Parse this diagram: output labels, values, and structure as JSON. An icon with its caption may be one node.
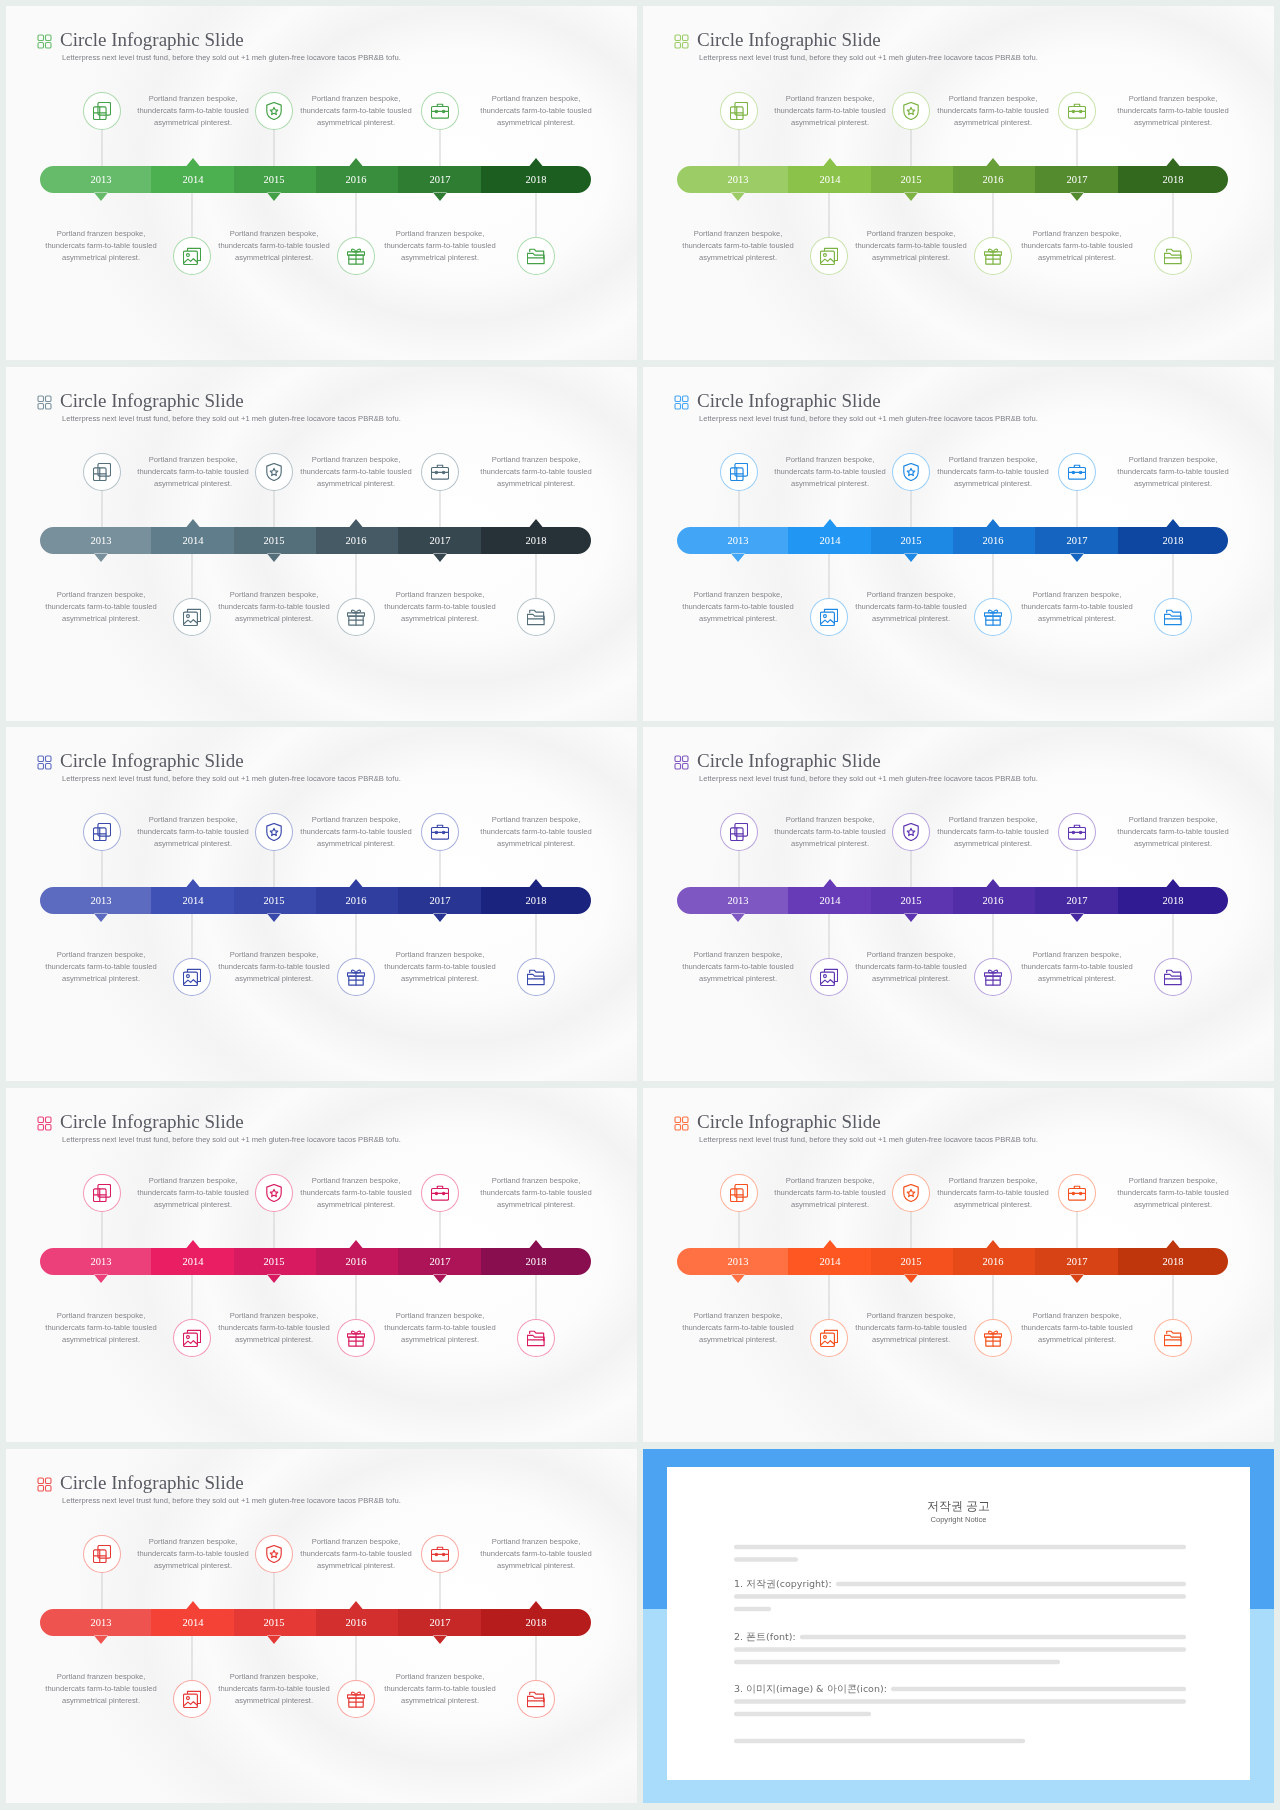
{
  "diagram": {
    "nodes": [
      {
        "text": [
          "Circle Infographic Slide",
          "Letterpress next level trust fund, before they sold out +1 meh gluten-free locavore tacos PBR&B tofu."
        ]
      },
      {
        "text": [],
        "shape": "circle",
        "in": 0
      },
      {
        "text": [],
        "shape": "circle",
        "in": 0
      },
      {
        "text": [],
        "shape": "circle",
        "in": 0
      },
      {
        "text": [
          "2013"
        ],
        "in": 0
      },
      {
        "text": [
          "2014"
        ],
        "in": 0
      },
      {
        "text": [
          "2015"
        ],
        "in": 0
      },
      {
        "text": [
          "2016"
        ],
        "in": 0
      },
      {
        "text": [
          "2017"
        ],
        "in": 0
      },
      {
        "text": [
          "2018"
        ],
        "in": 0
      },
      {
        "text": [],
        "shape": "circle",
        "in": 0
      },
      {
        "text": [],
        "shape": "circle",
        "in": 0
      },
      {
        "text": [],
        "shape": "circle",
        "in": 0
      },
      {
        "text": [
          "Circle Infographic Slide",
          "Letterpress next level trust fund, before they sold out +1 meh gluten-free locavore tacos PBR&B tofu."
        ]
      },
      {
        "text": [],
        "shape": "circle",
        "in": 13
      },
      {
        "text": [],
        "shape": "circle",
        "in": 13
      },
      {
        "text": [],
        "shape": "circle",
        "in": 13
      },
      {
        "text": [
          "2013"
        ],
        "in": 13
      },
      {
        "text": [
          "2014"
        ],
        "in": 13
      },
      {
        "text": [
          "2015"
        ],
        "in": 13
      },
      {
        "text": [
          "2016"
        ],
        "in": 13
      },
      {
        "text": [
          "2017"
        ],
        "in": 13
      },
      {
        "text": [
          "2018"
        ],
        "in": 13
      },
      {
        "text": [],
        "shape": "circle",
        "in": 13
      },
      {
        "text": [],
        "shape": "circle",
        "in": 13
      },
      {
        "text": [],
        "shape": "circle",
        "in": 13
      },
      {
        "text": [
          "Circle Infographic Slide",
          "Letterpress next level trust fund, before they sold out +1 meh gluten-free locavore tacos PBR&B tofu."
        ]
      },
      {
        "text": [],
        "shape": "circle",
        "in": 26
      },
      {
        "text": [],
        "shape": "circle",
        "in": 26
      },
      {
        "text": [],
        "shape": "circle",
        "in": 26
      },
      {
        "text": [
          "2013"
        ],
        "in": 26
      },
      {
        "text": [
          "2014"
        ],
        "in": 26
      },
      {
        "text": [
          "2015"
        ],
        "in": 26
      },
      {
        "text": [
          "2016"
        ],
        "in": 26
      },
      {
        "text": [
          "2017"
        ],
        "in": 26
      },
      {
        "text": [
          "2018"
        ],
        "in": 26
      },
      {
        "text": [],
        "shape": "circle",
        "in": 26
      },
      {
        "text": [],
        "shape": "circle",
        "in": 26
      },
      {
        "text": [],
        "shape": "circle",
        "in": 26
      },
      {
        "text": [
          "Circle Infographic Slide",
          "Letterpress next level trust fund, before they sold out +1 meh gluten-free locavore tacos PBR&B tofu."
        ]
      },
      {
        "text": [],
        "shape": "circle",
        "in": 39
      },
      {
        "text": [],
        "shape": "circle",
        "in": 39
      },
      {
        "text": [],
        "shape": "circle",
        "in": 39
      },
      {
        "text": [
          "2013"
        ],
        "in": 39
      },
      {
        "text": [
          "2014"
        ],
        "in": 39
      },
      {
        "text": [
          "2015"
        ],
        "in": 39
      },
      {
        "text": [
          "2016"
        ],
        "in": 39
      },
      {
        "text": [
          "2017"
        ],
        "in": 39
      },
      {
        "text": [
          "2018"
        ],
        "in": 39
      },
      {
        "text": [],
        "shape": "circle",
        "in": 39
      },
      {
        "text": [],
        "shape": "circle",
        "in": 39
      },
      {
        "text": [],
        "shape": "circle",
        "in": 39
      },
      {
        "text": [
          "Circle Infographic Slide",
          "Letterpress next level trust fund, before they sold out +1 meh gluten-free locavore tacos PBR&B tofu."
        ]
      },
      {
        "text": [],
        "shape": "circle",
        "in": 52
      },
      {
        "text": [],
        "shape": "circle",
        "in": 52
      },
      {
        "text": [],
        "shape": "circle",
        "in": 52
      },
      {
        "text": [
          "2013"
        ],
        "in": 52
      },
      {
        "text": [
          "2014"
        ],
        "in": 52
      },
      {
        "text": [
          "2015"
        ],
        "in": 52
      },
      {
        "text": [
          "2016"
        ],
        "in": 52
      },
      {
        "text": [
          "2017"
        ],
        "in": 52
      },
      {
        "text": [
          "2018"
        ],
        "in": 52
      },
      {
        "text": [],
        "shape": "circle",
        "in": 52
      },
      {
        "text": [],
        "shape": "circle",
        "in": 52
      },
      {
        "text": [],
        "shape": "circle",
        "in": 52
      },
      {
        "text": [
          "Circle Infographic Slide",
          "Letterpress next level trust fund, before they sold out +1 meh gluten-free locavore tacos PBR&B tofu."
        ]
      },
      {
        "text": [],
        "shape": "circle",
        "in": 65
      },
      {
        "text": [],
        "shape": "circle",
        "in": 65
      },
      {
        "text": [],
        "shape": "circle",
        "in": 65
      },
      {
        "text": [
          "2013"
        ],
        "in": 65
      },
      {
        "text": [
          "2014"
        ],
        "in": 65
      },
      {
        "text": [
          "2015"
        ],
        "in": 65
      },
      {
        "text": [
          "2016"
        ],
        "in": 65
      },
      {
        "text": [
          "2017"
        ],
        "in": 65
      },
      {
        "text": [
          "2018"
        ],
        "in": 65
      },
      {
        "text": [],
        "shape": "circle",
        "in": 65
      },
      {
        "text": [],
        "shape": "circle",
        "in": 65
      },
      {
        "text": [],
        "shape": "circle",
        "in": 65
      },
      {
        "text": [
          "Circle Infographic Slide",
          "Letterpress next level trust fund, before they sold out +1 meh gluten-free locavore tacos PBR&B tofu."
        ]
      },
      {
        "text": [],
        "shape": "circle",
        "in": 78
      },
      {
        "text": [],
        "shape": "circle",
        "in": 78
      },
      {
        "text": [],
        "shape": "circle",
        "in": 78
      },
      {
        "text": [
          "2013"
        ],
        "in": 78
      },
      {
        "text": [
          "2014"
        ],
        "in": 78
      },
      {
        "text": [
          "2015"
        ],
        "in": 78
      },
      {
        "text": [
          "2016"
        ],
        "in": 78
      },
      {
        "text": [
          "2017"
        ],
        "in": 78
      },
      {
        "text": [
          "2018"
        ],
        "in": 78
      },
      {
        "text": [],
        "shape": "circle",
        "in": 78
      },
      {
        "text": [],
        "shape": "circle",
        "in": 78
      },
      {
        "text": [],
        "shape": "circle",
        "in": 78
      },
      {
        "text": [
          "Circle Infographic Slide",
          "Letterpress next level trust fund, before they sold out +1 meh gluten-free locavore tacos PBR&B tofu."
        ]
      },
      {
        "text": [],
        "shape": "circle",
        "in": 91
      },
      {
        "text": [],
        "shape": "circle",
        "in": 91
      },
      {
        "text": [],
        "shape": "circle",
        "in": 91
      },
      {
        "text": [
          "2013"
        ],
        "in": 91
      },
      {
        "text": [
          "2014"
        ],
        "in": 91
      },
      {
        "text": [
          "2015"
        ],
        "in": 91
      },
      {
        "text": [
          "2016"
        ],
        "in": 91
      },
      {
        "text": [
          "2017"
        ],
        "in": 91
      },
      {
        "text": [
          "2018"
        ],
        "in": 91
      },
      {
        "text": [],
        "shape": "circle",
        "in": 91
      },
      {
        "text": [],
        "shape": "circle",
        "in": 91
      },
      {
        "text": [],
        "shape": "circle",
        "in": 91
      },
      {
        "text": [
          "Circle Infographic Slide",
          "Letterpress next level trust fund, before they sold out +1 meh gluten-free locavore tacos PBR&B tofu."
        ]
      },
      {
        "text": [],
        "shape": "circle",
        "in": 104
      },
      {
        "text": [],
        "shape": "circle",
        "in": 104
      },
      {
        "text": [],
        "shape": "circle",
        "in": 104
      },
      {
        "text": [
          "2013"
        ],
        "in": 104
      },
      {
        "text": [
          "2014"
        ],
        "in": 104
      },
      {
        "text": [
          "2015"
        ],
        "in": 104
      },
      {
        "text": [
          "2016"
        ],
        "in": 104
      },
      {
        "text": [
          "2017"
        ],
        "in": 104
      },
      {
        "text": [
          "2018"
        ],
        "in": 104
      },
      {
        "text": [],
        "shape": "circle",
        "in": 104
      },
      {
        "text": [],
        "shape": "circle",
        "in": 104
      },
      {
        "text": [],
        "shape": "circle",
        "in": 104
      },
      {
        "text": [
          "저작권 공고",
          "Copyright Notice"
        ]
      }
    ],
    "edges": [
      {
        "from": 1,
        "to": 4,
        "arrow": "none"
      },
      {
        "from": 5,
        "to": 10,
        "arrow": "none"
      },
      {
        "from": 2,
        "to": 6,
        "arrow": "none"
      },
      {
        "from": 7,
        "to": 11,
        "arrow": "none"
      },
      {
        "from": 3,
        "to": 8,
        "arrow": "none"
      },
      {
        "from": 9,
        "to": 12,
        "arrow": "none"
      },
      {
        "from": 14,
        "to": 17,
        "arrow": "none"
      },
      {
        "from": 18,
        "to": 23,
        "arrow": "none"
      },
      {
        "from": 15,
        "to": 19,
        "arrow": "none"
      },
      {
        "from": 20,
        "to": 24,
        "arrow": "none"
      },
      {
        "from": 16,
        "to": 21,
        "arrow": "none"
      },
      {
        "from": 22,
        "to": 25,
        "arrow": "none"
      },
      {
        "from": 27,
        "to": 30,
        "arrow": "none"
      },
      {
        "from": 31,
        "to": 36,
        "arrow": "none"
      },
      {
        "from": 28,
        "to": 32,
        "arrow": "none"
      },
      {
        "from": 33,
        "to": 37,
        "arrow": "none"
      },
      {
        "from": 29,
        "to": 34,
        "arrow": "none"
      },
      {
        "from": 35,
        "to": 38,
        "arrow": "none"
      },
      {
        "from": 40,
        "to": 43,
        "arrow": "none"
      },
      {
        "from": 44,
        "to": 49,
        "arrow": "none"
      },
      {
        "from": 41,
        "to": 45,
        "arrow": "none"
      },
      {
        "from": 46,
        "to": 50,
        "arrow": "none"
      },
      {
        "from": 42,
        "to": 47,
        "arrow": "none"
      },
      {
        "from": 48,
        "to": 51,
        "arrow": "none"
      },
      {
        "from": 53,
        "to": 56,
        "arrow": "none"
      },
      {
        "from": 57,
        "to": 62,
        "arrow": "none"
      },
      {
        "from": 54,
        "to": 58,
        "arrow": "none"
      },
      {
        "from": 59,
        "to": 63,
        "arrow": "none"
      },
      {
        "from": 55,
        "to": 60,
        "arrow": "none"
      },
      {
        "from": 61,
        "to": 64,
        "arrow": "none"
      },
      {
        "from": 66,
        "to": 69,
        "arrow": "none"
      },
      {
        "from": 70,
        "to": 75,
        "arrow": "none"
      },
      {
        "from": 67,
        "to": 71,
        "arrow": "none"
      },
      {
        "from": 72,
        "to": 76,
        "arrow": "none"
      },
      {
        "from": 68,
        "to": 73,
        "arrow": "none"
      },
      {
        "from": 74,
        "to": 77,
        "arrow": "none"
      },
      {
        "from": 79,
        "to": 82,
        "arrow": "none"
      },
      {
        "from": 83,
        "to": 88,
        "arrow": "none"
      },
      {
        "from": 80,
        "to": 84,
        "arrow": "none"
      },
      {
        "from": 85,
        "to": 89,
        "arrow": "none"
      },
      {
        "from": 81,
        "to": 86,
        "arrow": "none"
      },
      {
        "from": 87,
        "to": 90,
        "arrow": "none"
      },
      {
        "from": 92,
        "to": 95,
        "arrow": "none"
      },
      {
        "from": 96,
        "to": 101,
        "arrow": "none"
      },
      {
        "from": 93,
        "to": 97,
        "arrow": "none"
      },
      {
        "from": 98,
        "to": 102,
        "arrow": "none"
      },
      {
        "from": 94,
        "to": 99,
        "arrow": "none"
      },
      {
        "from": 100,
        "to": 103,
        "arrow": "none"
      },
      {
        "from": 105,
        "to": 108,
        "arrow": "none"
      },
      {
        "from": 109,
        "to": 114,
        "arrow": "none"
      },
      {
        "from": 106,
        "to": 110,
        "arrow": "none"
      },
      {
        "from": 111,
        "to": 115,
        "arrow": "none"
      },
      {
        "from": 107,
        "to": 112,
        "arrow": "none"
      },
      {
        "from": 113,
        "to": 116,
        "arrow": "none"
      }
    ],
    "labels": [
      "Portland franzen bespoke, thundercats farm-to-table tousled asymmetrical pinterest.",
      "Portland franzen bespoke, thundercats farm-to-table tousled asymmetrical pinterest.",
      "Portland franzen bespoke, thundercats farm-to-table tousled asymmetrical pinterest.",
      "Portland franzen bespoke, thundercats farm-to-table tousled asymmetrical pinterest.",
      "Portland franzen bespoke, thundercats farm-to-table tousled asymmetrical pinterest.",
      "Portland franzen bespoke, thundercats farm-to-table tousled asymmetrical pinterest.",
      "Portland franzen bespoke, thundercats farm-to-table tousled asymmetrical pinterest.",
      "Portland franzen bespoke, thundercats farm-to-table tousled asymmetrical pinterest.",
      "Portland franzen bespoke, thundercats farm-to-table tousled asymmetrical pinterest.",
      "Portland franzen bespoke, thundercats farm-to-table tousled asymmetrical pinterest.",
      "Portland franzen bespoke, thundercats farm-to-table tousled asymmetrical pinterest.",
      "Portland franzen bespoke, thundercats farm-to-table tousled asymmetrical pinterest.",
      "Portland franzen bespoke, thundercats farm-to-table tousled asymmetrical pinterest.",
      "Portland franzen bespoke, thundercats farm-to-table tousled asymmetrical pinterest.",
      "Portland franzen bespoke, thundercats farm-to-table tousled asymmetrical pinterest.",
      "Portland franzen bespoke, thundercats farm-to-table tousled asymmetrical pinterest.",
      "Portland franzen bespoke, thundercats farm-to-table tousled asymmetrical pinterest.",
      "Portland franzen bespoke, thundercats farm-to-table tousled asymmetrical pinterest.",
      "Portland franzen bespoke, thundercats farm-to-table tousled asymmetrical pinterest.",
      "Portland franzen bespoke, thundercats farm-to-table tousled asymmetrical pinterest.",
      "Portland franzen bespoke, thundercats farm-to-table tousled asymmetrical pinterest.",
      "Portland franzen bespoke, thundercats farm-to-table tousled asymmetrical pinterest.",
      "Portland franzen bespoke, thundercats farm-to-table tousled asymmetrical pinterest.",
      "Portland franzen bespoke, thundercats farm-to-table tousled asymmetrical pinterest.",
      "Portland franzen bespoke, thundercats farm-to-table tousled asymmetrical pinterest.",
      "Portland franzen bespoke, thundercats farm-to-table tousled asymmetrical pinterest.",
      "Portland franzen bespoke, thundercats farm-to-table tousled asymmetrical pinterest.",
      "Portland franzen bespoke, thundercats farm-to-table tousled asymmetrical pinterest.",
      "Portland franzen bespoke, thundercats farm-to-table tousled asymmetrical pinterest.",
      "Portland franzen bespoke, thundercats farm-to-table tousled asymmetrical pinterest.",
      "Portland franzen bespoke, thundercats farm-to-table tousled asymmetrical pinterest.",
      "Portland franzen bespoke, thundercats farm-to-table tousled asymmetrical pinterest.",
      "Portland franzen bespoke, thundercats farm-to-table tousled asymmetrical pinterest.",
      "Portland franzen bespoke, thundercats farm-to-table tousled asymmetrical pinterest.",
      "Portland franzen bespoke, thundercats farm-to-table tousled asymmetrical pinterest.",
      "Portland franzen bespoke, thundercats farm-to-table tousled asymmetrical pinterest.",
      "Portland franzen bespoke, thundercats farm-to-table tousled asymmetrical pinterest.",
      "Portland franzen bespoke, thundercats farm-to-table tousled asymmetrical pinterest.",
      "Portland franzen bespoke, thundercats farm-to-table tousled asymmetrical pinterest.",
      "Portland franzen bespoke, thundercats farm-to-table tousled asymmetrical pinterest.",
      "Portland franzen bespoke, thundercats farm-to-table tousled asymmetrical pinterest.",
      "Portland franzen bespoke, thundercats farm-to-table tousled asymmetrical pinterest.",
      "Portland franzen bespoke, thundercats farm-to-table tousled asymmetrical pinterest.",
      "Portland franzen bespoke, thundercats farm-to-table tousled asymmetrical pinterest.",
      "Portland franzen bespoke, thundercats farm-to-table tousled asymmetrical pinterest.",
      "Portland franzen bespoke, thundercats farm-to-table tousled asymmetrical pinterest.",
      "Portland franzen bespoke, thundercats farm-to-table tousled asymmetrical pinterest.",
      "Portland franzen bespoke, thundercats farm-to-table tousled asymmetrical pinterest.",
      "Portland franzen bespoke, thundercats farm-to-table tousled asymmetrical pinterest.",
      "Portland franzen bespoke, thundercats farm-to-table tousled asymmetrical pinterest.",
      "Portland franzen bespoke, thundercats farm-to-table tousled asymmetrical pinterest.",
      "Portland franzen bespoke, thundercats farm-to-table tousled asymmetrical pinterest.",
      "Portland franzen bespoke, thundercats farm-to-table tousled asymmetrical pinterest.",
      "Portland franzen bespoke, thundercats farm-to-table tousled asymmetrical pinterest.",
      "1. 저작권(copyright):",
      "2. 폰트(font):",
      "3. 이미지(image) & 아이콘(icon):"
    ]
  }
}
